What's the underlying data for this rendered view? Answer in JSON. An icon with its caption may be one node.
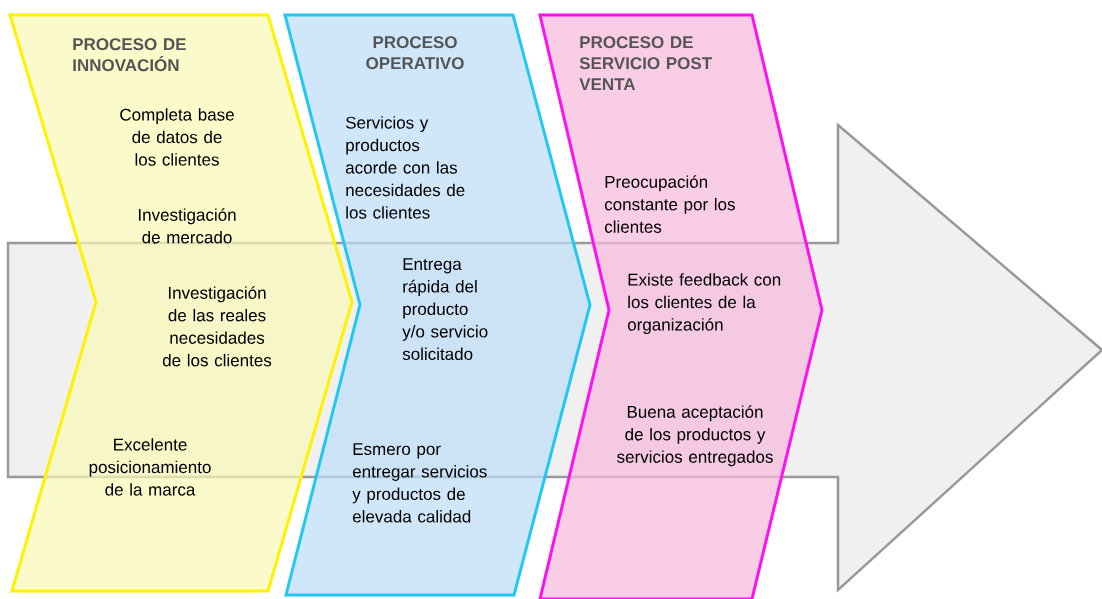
{
  "diagram": {
    "nodes": [
      {
        "text": [
          "PROCESO DE INNOVACIÓN",
          "Completa base de datos de los clientes",
          "Investigación de mercado",
          "Investigación de las reales necesidades de los clientes",
          "Excelente posicionamiento de la marca"
        ]
      },
      {
        "text": [
          "PROCESO OPERATIVO",
          "Servicios y productos acorde con las necesidades de los clientes",
          "Entrega rápida del producto y/o servicio solicitado",
          "Esmero por entregar servicios y productos de elevada calidad"
        ]
      },
      {
        "text": [
          "PROCESO DE SERVICIO POST VENTA",
          "Preocupación constante por los clientes",
          "Existe feedback con los clientes de la organización",
          "Buena aceptación de los productos y servicios entregados"
        ]
      }
    ]
  }
}
